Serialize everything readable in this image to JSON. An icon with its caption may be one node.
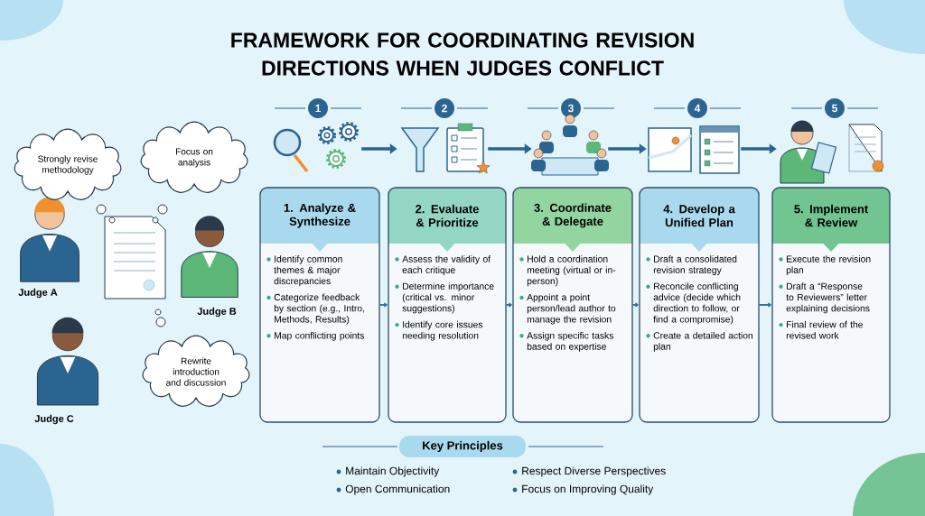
{
  "diagram": {
    "title": "FRAMEWORK FOR COORDINATING REVISION DIRECTIONS WHEN JUDGES CONFLICT",
    "nodes": [
      {
        "text": [
          "Strongly revise methodology"
        ]
      },
      {
        "text": [
          "Focus on analysis"
        ]
      },
      {
        "text": [
          "Rewrite introduction and discussion"
        ]
      },
      {
        "text": [
          "1"
        ]
      },
      {
        "text": [
          "2"
        ]
      },
      {
        "text": [
          "3"
        ]
      },
      {
        "text": [
          "4"
        ]
      },
      {
        "text": [
          "5"
        ]
      },
      {
        "text": [],
        "shape": "picture"
      },
      {
        "text": [],
        "shape": "picture"
      },
      {
        "text": [],
        "shape": "picture"
      },
      {
        "text": [],
        "shape": "picture"
      },
      {
        "text": [],
        "shape": "picture"
      },
      {
        "text": [
          "1. Analyze & Synthesize",
          "Identify common themes & major discrepancies",
          "Categorize feedback by section (e.g., Intro, Methods, Results)",
          "Map conflicting points"
        ]
      },
      {
        "text": [
          "2. Evaluate & Prioritize",
          "Assess the validity of each critique",
          "Determine importance (critical vs. minor suggestions)",
          "Identify core issues needing resolution"
        ]
      },
      {
        "text": [
          "3. Coordinate & Delegate",
          "Hold a coordination meeting (virtual or in-person)",
          "Appoint a point person/lead author to manage the revision",
          "Assign specific tasks based on expertise"
        ]
      },
      {
        "text": [
          "4. Develop a Unified Plan",
          "Draft a consolidated revision strategy",
          "Reconcile conflicting advice (decide which direction to follow, or find a compromise)",
          "Create a detailed action plan"
        ]
      },
      {
        "text": [
          "5. Implement & Review",
          "Execute the revision plan",
          "Draft a “Response to Reviewers” letter explaining decisions",
          "Final review of the revised work"
        ]
      },
      {
        "text": [
          "Key Principles"
        ]
      }
    ],
    "edges": [
      {
        "from": 8,
        "to": 9,
        "arrow": "to",
        "style": "thick"
      },
      {
        "from": 9,
        "to": 10,
        "arrow": "to",
        "style": "thick"
      },
      {
        "from": 10,
        "to": 11,
        "arrow": "to",
        "style": "thick"
      },
      {
        "from": 11,
        "to": 12,
        "arrow": "to",
        "style": "thick"
      },
      {
        "from": 13,
        "to": 14,
        "arrow": "to"
      },
      {
        "from": 14,
        "to": 15,
        "arrow": "to"
      },
      {
        "from": 15,
        "to": 16,
        "arrow": "to"
      },
      {
        "from": 16,
        "to": 17,
        "arrow": "to"
      }
    ],
    "labels": [
      "Judge A",
      "Judge B",
      "Judge C",
      "Maintain Objectivity",
      "Respect Diverse Perspectives",
      "Open Communication",
      "Focus on Improving Quality"
    ]
  }
}
